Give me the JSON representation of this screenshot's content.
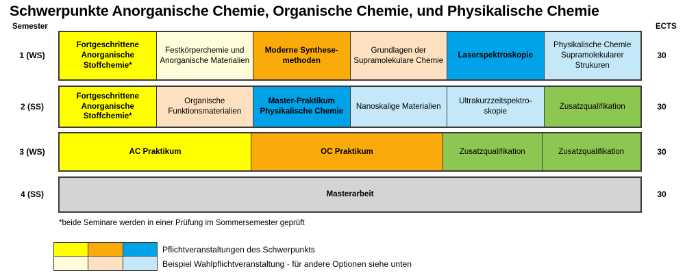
{
  "title": "Schwerpunkte Anorganische Chemie, Organische Chemie, und Physikalische Chemie",
  "headers": {
    "semester": "Semester",
    "ects": "ECTS"
  },
  "colors": {
    "yellow": "#FFFF00",
    "yellow_light": "#FFFCD9",
    "orange": "#FBAB09",
    "orange_light": "#FCE0C0",
    "blue": "#00A2E8",
    "blue_light": "#C4E8F8",
    "green": "#8CC751",
    "gray": "#D4D4D4",
    "border": "#3B3B3B"
  },
  "rows": [
    {
      "semester": "1 (WS)",
      "ects": "30",
      "cells": [
        {
          "label": "Fortgeschrittene Anorganische Stoffchemie*",
          "color": "#FFFF00",
          "bold": true,
          "span": 1
        },
        {
          "label": "Festkörperchemie und Anorganische Materialien",
          "color": "#FFFCD9",
          "bold": false,
          "span": 1
        },
        {
          "label": "Moderne Synthese-methoden",
          "color": "#FBAB09",
          "bold": true,
          "span": 1
        },
        {
          "label": "Grundlagen der Supramolekulare Chemie",
          "color": "#FCE0C0",
          "bold": false,
          "span": 1
        },
        {
          "label": "Laserspektroskopie",
          "color": "#00A2E8",
          "bold": true,
          "span": 1
        },
        {
          "label": "Physikalische Chemie Supramolekularer Strukuren",
          "color": "#C4E8F8",
          "bold": false,
          "span": 1
        }
      ]
    },
    {
      "semester": "2 (SS)",
      "ects": "30",
      "cells": [
        {
          "label": "Fortgeschrittene Anorganische Stoffchemie*",
          "color": "#FFFF00",
          "bold": true,
          "span": 1
        },
        {
          "label": "Organische Funktionsmaterialien",
          "color": "#FCE0C0",
          "bold": false,
          "span": 1
        },
        {
          "label": "Master-Praktikum Physikalische Chemie",
          "color": "#00A2E8",
          "bold": true,
          "span": 1
        },
        {
          "label": "Nanoskalige Materialien",
          "color": "#C4E8F8",
          "bold": false,
          "span": 1
        },
        {
          "label": "Ultrakurzzeitspektro-skopie",
          "color": "#C4E8F8",
          "bold": false,
          "span": 1
        },
        {
          "label": "Zusatzqualifikation",
          "color": "#8CC751",
          "bold": false,
          "span": 1
        }
      ]
    },
    {
      "semester": "3 (WS)",
      "ects": "30",
      "cells": [
        {
          "label": "AC Praktikum",
          "color": "#FFFF00",
          "bold": true,
          "span": 2
        },
        {
          "label": "OC Praktikum",
          "color": "#FBAB09",
          "bold": true,
          "span": 2
        },
        {
          "label": "Zusatzqualifikation",
          "color": "#8CC751",
          "bold": false,
          "span": 1
        },
        {
          "label": "Zusatzqualifikation",
          "color": "#8CC751",
          "bold": false,
          "span": 1
        }
      ]
    },
    {
      "semester": "4 (SS)",
      "ects": "30",
      "cells": [
        {
          "label": "Masterarbeit",
          "color": "#D4D4D4",
          "bold": true,
          "span": 6
        }
      ]
    }
  ],
  "footnote": "*beide Seminare werden in einer Prüfung im Sommersemester geprüft",
  "legend": [
    {
      "swatches": [
        "#FFFF00",
        "#FBAB09",
        "#00A2E8"
      ],
      "text": "Pflichtveranstaltungen des Schwerpunkts"
    },
    {
      "swatches": [
        "#FFFCD9",
        "#FCE0C0",
        "#C4E8F8"
      ],
      "text": "Beispiel Wahlpflichtveranstaltung - für andere Optionen siehe unten"
    }
  ]
}
